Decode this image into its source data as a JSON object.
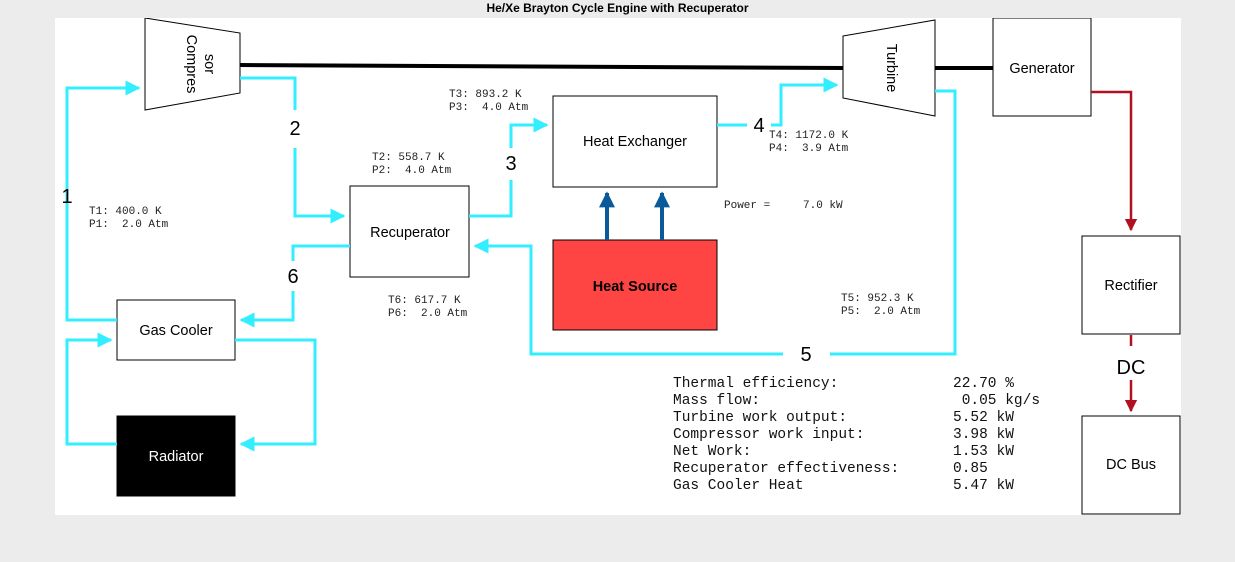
{
  "title": "He/Xe Brayton Cycle Engine with Recuperator",
  "components": {
    "compressor": "Compres\nsor",
    "turbine": "Turbine",
    "generator": "Generator",
    "heat_exchanger": "Heat Exchanger",
    "recuperator": "Recuperator",
    "heat_source": "Heat Source",
    "gas_cooler": "Gas Cooler",
    "radiator": "Radiator",
    "rectifier": "Rectifier",
    "dc_bus": "DC Bus",
    "dc_label": "DC"
  },
  "states": [
    {
      "num": "1",
      "t": "T1: 400.0 K",
      "p": "P1:  2.0 Atm"
    },
    {
      "num": "2",
      "t": "T2: 558.7 K",
      "p": "P2:  4.0 Atm"
    },
    {
      "num": "3",
      "t": "T3: 893.2 K",
      "p": "P3:  4.0 Atm"
    },
    {
      "num": "4",
      "t": "T4: 1172.0 K",
      "p": "P4:  3.9 Atm"
    },
    {
      "num": "5",
      "t": "T5: 952.3 K",
      "p": "P5:  2.0 Atm"
    },
    {
      "num": "6",
      "t": "T6: 617.7 K",
      "p": "P6:  2.0 Atm"
    }
  ],
  "power": {
    "label": "Power =",
    "value": "7.0 kW"
  },
  "metrics": [
    {
      "label": "Thermal efficiency:",
      "value": "22.70 %"
    },
    {
      "label": "Mass flow:",
      "value": " 0.05 kg/s"
    },
    {
      "label": "Turbine work output:",
      "value": "5.52 kW"
    },
    {
      "label": "Compressor work input:",
      "value": "3.98 kW"
    },
    {
      "label": "Net Work:",
      "value": "1.53 kW"
    },
    {
      "label": "Recuperator effectiveness:",
      "value": "0.85"
    },
    {
      "label": "Gas Cooler Heat",
      "value": "5.47 kW"
    }
  ],
  "colors": {
    "fluid": "#33eeff",
    "heat_arrow": "#0a5a9a",
    "electric": "#b01020",
    "heat_source": "#ff4444",
    "radiator": "#000000"
  }
}
